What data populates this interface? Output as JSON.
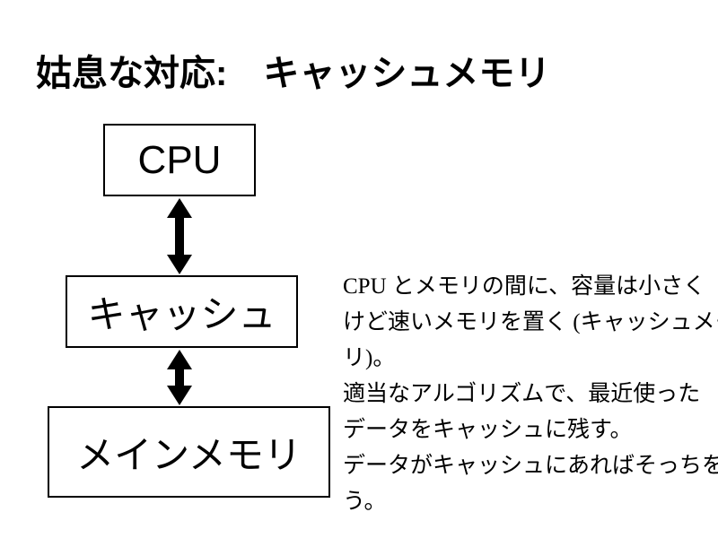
{
  "slide": {
    "title": "姑息な対応:　キャッシュメモリ",
    "diagram": {
      "boxes": [
        {
          "id": "cpu",
          "label": "CPU"
        },
        {
          "id": "cache",
          "label": "キャッシュ"
        },
        {
          "id": "main_memory",
          "label": "メインメモリ"
        }
      ],
      "arrows": [
        {
          "id": "cpu-cache",
          "type": "double-headed-vertical"
        },
        {
          "id": "cache-main-memory",
          "type": "double-headed-vertical"
        }
      ]
    },
    "body_lines": [
      "CPU とメモリの間に、容量は小さく",
      "けど速いメモリを置く (キャッシュメモ",
      "リ)。",
      "適当なアルゴリズムで、最近使った",
      "データをキャッシュに残す。",
      "データがキャッシュにあればそっちを使",
      "う。"
    ],
    "colors": {
      "foreground": "#000000",
      "background": "#ffffff"
    }
  }
}
